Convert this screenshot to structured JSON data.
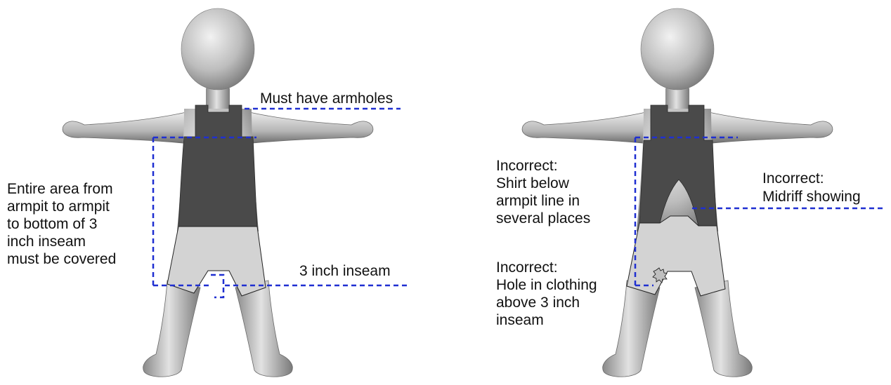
{
  "left_figure": {
    "armholes_label": "Must have armholes",
    "coverage_lines": [
      "Entire area from",
      "armpit to armpit",
      "to bottom of 3",
      "inch inseam",
      "must be covered"
    ],
    "inseam_label": "3 inch inseam"
  },
  "right_figure": {
    "shirt_lines": [
      "Incorrect:",
      "Shirt below",
      "armpit line in",
      "several places"
    ],
    "midriff_lines": [
      "Incorrect:",
      "Midriff showing"
    ],
    "hole_lines": [
      "Incorrect:",
      "Hole in clothing",
      "above 3 inch",
      "inseam"
    ]
  },
  "colors": {
    "guide_line": "#1f2fd1",
    "shirt": "#4a4a4a",
    "shorts": "#d3d3d3",
    "body_light": "#e6e6e6",
    "body_dark": "#7a7a7a"
  }
}
